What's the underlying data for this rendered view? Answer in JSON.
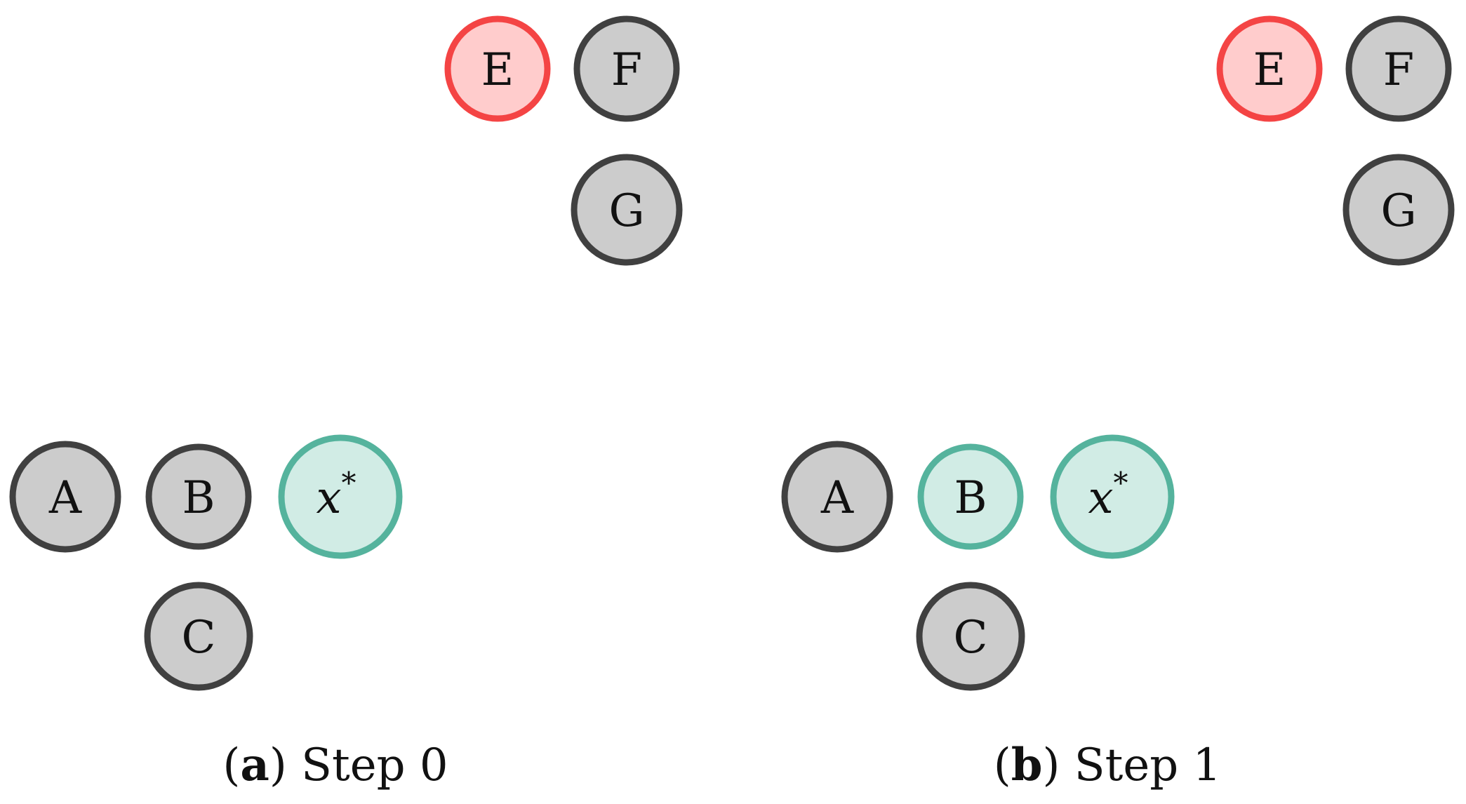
{
  "colors": {
    "gray_fill": "#cccccc",
    "gray_stroke": "#404040",
    "red_fill": "#ffcccc",
    "red_stroke": "#f44444",
    "teal_fill": "#d1ece5",
    "teal_stroke": "#55b39d",
    "text": "#111111"
  },
  "panels": [
    {
      "caption": {
        "open": "(",
        "letter": "a",
        "close": ")",
        "rest": " Step 0"
      },
      "nodes": {
        "E": {
          "label": "E",
          "style": "red"
        },
        "F": {
          "label": "F",
          "style": "gray"
        },
        "G": {
          "label": "G",
          "style": "gray"
        },
        "A": {
          "label": "A",
          "style": "gray"
        },
        "B": {
          "label": "B",
          "style": "gray"
        },
        "C": {
          "label": "C",
          "style": "gray"
        },
        "X": {
          "label": "x",
          "sup": "*",
          "style": "teal"
        }
      }
    },
    {
      "caption": {
        "open": "(",
        "letter": "b",
        "close": ")",
        "rest": " Step 1"
      },
      "nodes": {
        "E": {
          "label": "E",
          "style": "red"
        },
        "F": {
          "label": "F",
          "style": "gray"
        },
        "G": {
          "label": "G",
          "style": "gray"
        },
        "A": {
          "label": "A",
          "style": "gray"
        },
        "B": {
          "label": "B",
          "style": "teal"
        },
        "C": {
          "label": "C",
          "style": "gray"
        },
        "X": {
          "label": "x",
          "sup": "*",
          "style": "teal"
        }
      }
    }
  ]
}
